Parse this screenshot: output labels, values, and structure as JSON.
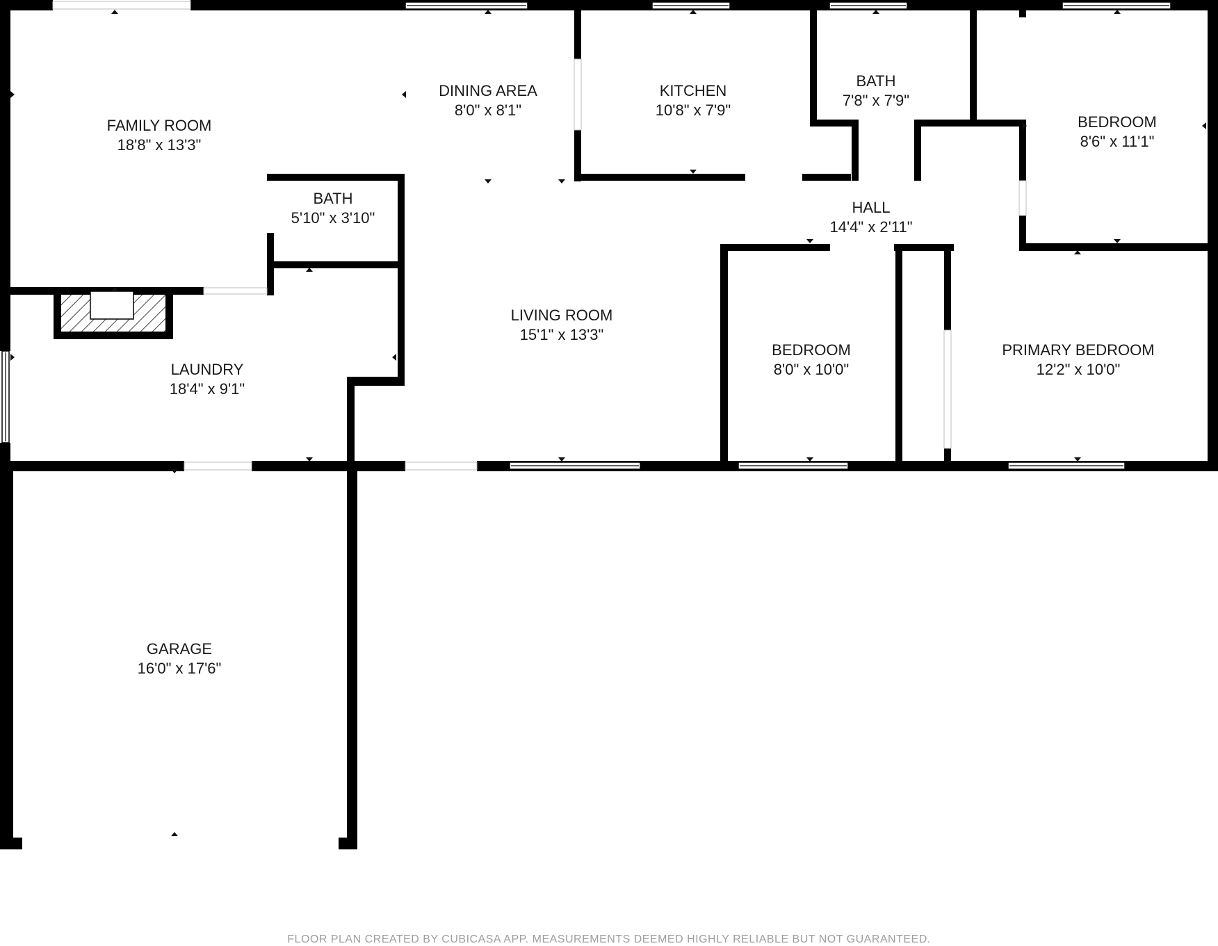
{
  "plan": {
    "rooms": [
      {
        "key": "family_room",
        "name": "FAMILY ROOM",
        "dims": "18'8\" x 13'3\""
      },
      {
        "key": "dining_area",
        "name": "DINING AREA",
        "dims": "8'0\" x 8'1\""
      },
      {
        "key": "kitchen",
        "name": "KITCHEN",
        "dims": "10'8\" x 7'9\""
      },
      {
        "key": "bath_upper",
        "name": "BATH",
        "dims": "7'8\" x 7'9\""
      },
      {
        "key": "bedroom_ne",
        "name": "BEDROOM",
        "dims": "8'6\" x 11'1\""
      },
      {
        "key": "bath_small",
        "name": "BATH",
        "dims": "5'10\" x 3'10\""
      },
      {
        "key": "hall",
        "name": "HALL",
        "dims": "14'4\" x 2'11\""
      },
      {
        "key": "living_room",
        "name": "LIVING ROOM",
        "dims": "15'1\" x 13'3\""
      },
      {
        "key": "bedroom_s",
        "name": "BEDROOM",
        "dims": "8'0\" x 10'0\""
      },
      {
        "key": "primary_bedroom",
        "name": "PRIMARY BEDROOM",
        "dims": "12'2\" x 10'0\""
      },
      {
        "key": "laundry",
        "name": "LAUNDRY",
        "dims": "18'4\" x 9'1\""
      },
      {
        "key": "garage",
        "name": "GARAGE",
        "dims": "16'0\" x 17'6\""
      }
    ]
  },
  "disclaimer": "FLOOR PLAN CREATED BY CUBICASA APP. MEASUREMENTS DEEMED HIGHLY RELIABLE BUT NOT GUARANTEED.",
  "colors": {
    "wall": "#000000",
    "background": "#ffffff",
    "disclaimer": "#9e9e9e"
  }
}
